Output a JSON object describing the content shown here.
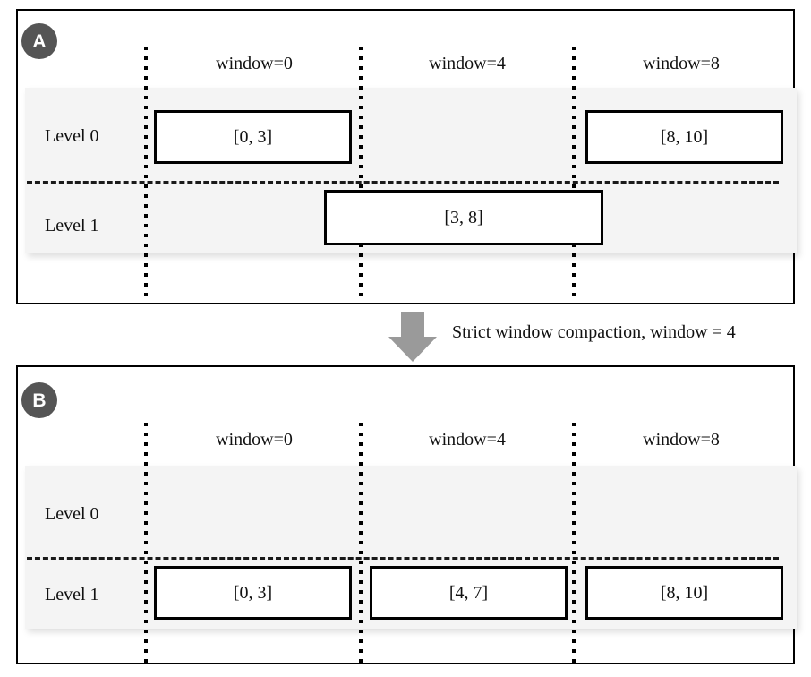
{
  "figure": {
    "panels": [
      {
        "id": "A",
        "badge": "A",
        "window_labels": [
          "window=0",
          "window=4",
          "window=8"
        ],
        "level_labels": [
          "Level 0",
          "Level 1"
        ],
        "boxes": [
          {
            "level": "Level 0",
            "window": "window=0",
            "label": "[0, 3]"
          },
          {
            "level": "Level 0",
            "window": "window=8",
            "label": "[8, 10]"
          },
          {
            "level": "Level 1",
            "window": "window=4",
            "label": "[3, 8]"
          }
        ]
      },
      {
        "id": "B",
        "badge": "B",
        "window_labels": [
          "window=0",
          "window=4",
          "window=8"
        ],
        "level_labels": [
          "Level 0",
          "Level 1"
        ],
        "boxes": [
          {
            "level": "Level 1",
            "window": "window=0",
            "label": "[0, 3]"
          },
          {
            "level": "Level 1",
            "window": "window=4",
            "label": "[4, 7]"
          },
          {
            "level": "Level 1",
            "window": "window=8",
            "label": "[8, 10]"
          }
        ]
      }
    ],
    "transition": {
      "caption": "Strict window compaction, window = 4",
      "arrow_icon": "arrow-down-icon"
    },
    "colors": {
      "badge_fill": "#555555",
      "badge_text": "#ffffff",
      "band_fill": "#f4f4f4",
      "box_border": "#000000",
      "box_fill": "#ffffff",
      "arrow_fill": "#9a9a9a",
      "panel_border": "#000000",
      "separator": "#1a1a1a"
    }
  }
}
